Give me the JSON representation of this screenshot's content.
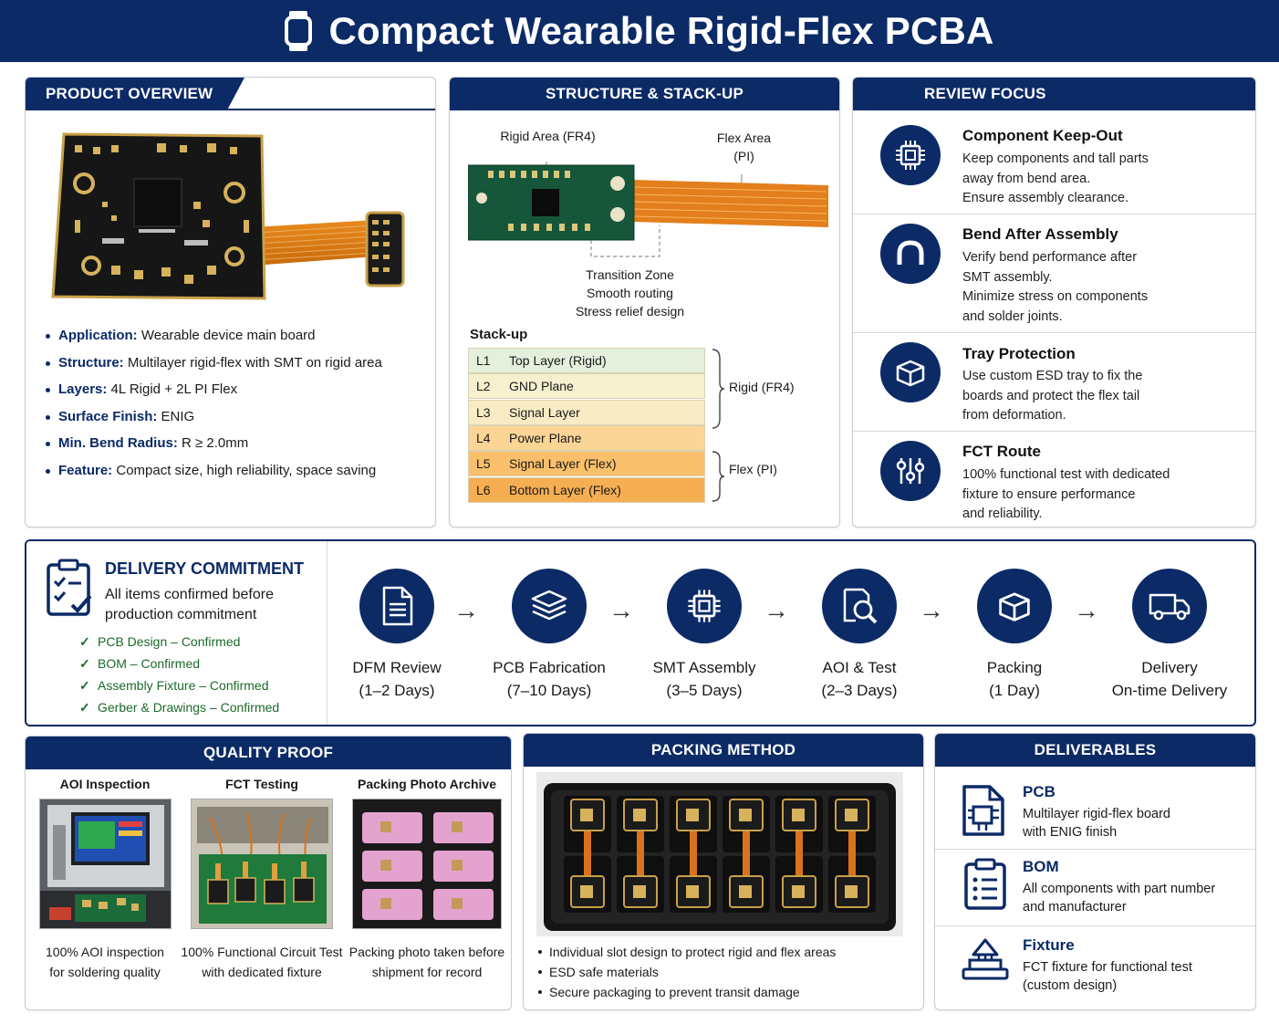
{
  "header": {
    "title": "Compact Wearable Rigid-Flex PCBA",
    "icon": "smartwatch-icon"
  },
  "overview": {
    "title": "PRODUCT OVERVIEW",
    "items": [
      {
        "key": "Application:",
        "value": "Wearable device main board"
      },
      {
        "key": "Structure:",
        "value": "Multilayer rigid-flex with SMT on rigid area"
      },
      {
        "key": "Layers:",
        "value": "4L Rigid + 2L PI Flex"
      },
      {
        "key": "Surface Finish:",
        "value": "ENIG"
      },
      {
        "key": "Min. Bend Radius:",
        "value": "R ≥ 2.0mm"
      },
      {
        "key": "Feature:",
        "value": "Compact size, high reliability, space saving"
      }
    ]
  },
  "structure": {
    "title": "STRUCTURE & STACK-UP",
    "rigid_area": "Rigid Area (FR4)",
    "flex_area": "Flex Area\n(PI)",
    "transition": [
      "Transition Zone",
      "Smooth routing",
      "Stress relief design"
    ],
    "stackup_label": "Stack-up",
    "layers": [
      {
        "id": "L1",
        "name": "Top Layer (Rigid)",
        "color": "#e4f0dc"
      },
      {
        "id": "L2",
        "name": "GND Plane",
        "color": "#f7f0cf"
      },
      {
        "id": "L3",
        "name": "Signal Layer",
        "color": "#f9ecc4"
      },
      {
        "id": "L4",
        "name": "Power Plane",
        "color": "#fbd596"
      },
      {
        "id": "L5",
        "name": "Signal Layer (Flex)",
        "color": "#f9bf6a"
      },
      {
        "id": "L6",
        "name": "Bottom Layer (Flex)",
        "color": "#f5ae52"
      }
    ],
    "rigid_bracket": "Rigid (FR4)",
    "flex_bracket": "Flex (PI)"
  },
  "review": {
    "title": "REVIEW FOCUS",
    "items": [
      {
        "title": "Component Keep-Out",
        "text": [
          "Keep components and tall parts",
          "away from bend area.",
          "Ensure assembly clearance."
        ],
        "icon": "chip-icon"
      },
      {
        "title": "Bend After Assembly",
        "text": [
          "Verify bend performance after",
          "SMT assembly.",
          "Minimize stress on components",
          "and solder joints."
        ],
        "icon": "bend-icon"
      },
      {
        "title": "Tray Protection",
        "text": [
          "Use custom ESD tray to fix the",
          "boards and protect the flex tail",
          "from deformation."
        ],
        "icon": "box-icon"
      },
      {
        "title": "FCT Route",
        "text": [
          "100% functional test with dedicated",
          "fixture to ensure performance",
          "and reliability."
        ],
        "icon": "test-sliders-icon"
      }
    ]
  },
  "delivery": {
    "title": "DELIVERY COMMITMENT",
    "subtitle": [
      "All items confirmed before",
      "production commitment"
    ],
    "checks": [
      "PCB Design – Confirmed",
      "BOM – Confirmed",
      "Assembly Fixture – Confirmed",
      "Gerber & Drawings – Confirmed"
    ],
    "steps": [
      {
        "name": "DFM Review",
        "time": "(1–2 Days)",
        "icon": "document-icon"
      },
      {
        "name": "PCB Fabrication",
        "time": "(7–10 Days)",
        "icon": "layers-icon"
      },
      {
        "name": "SMT Assembly",
        "time": "(3–5 Days)",
        "icon": "chip-icon"
      },
      {
        "name": "AOI & Test",
        "time": "(2–3 Days)",
        "icon": "magnifier-icon"
      },
      {
        "name": "Packing",
        "time": "(1 Day)",
        "icon": "box-icon"
      },
      {
        "name": "Delivery",
        "time": "On-time Delivery",
        "icon": "truck-icon"
      }
    ]
  },
  "quality": {
    "title": "QUALITY PROOF",
    "cols": [
      {
        "head": "AOI Inspection",
        "caption": [
          "100% AOI inspection",
          "for soldering quality"
        ]
      },
      {
        "head": "FCT Testing",
        "caption": [
          "100% Functional Circuit Test",
          "with dedicated fixture"
        ]
      },
      {
        "head": "Packing Photo Archive",
        "caption": [
          "Packing photo taken before",
          "shipment for record"
        ]
      }
    ]
  },
  "packing": {
    "title": "PACKING METHOD",
    "items": [
      "Individual slot design to protect rigid and flex areas",
      "ESD safe materials",
      "Secure packaging to prevent transit damage"
    ]
  },
  "deliverables": {
    "title": "DELIVERABLES",
    "items": [
      {
        "title": "PCB",
        "text": [
          "Multilayer rigid-flex board",
          "with ENIG finish"
        ],
        "icon": "pcb-file-icon"
      },
      {
        "title": "BOM",
        "text": [
          "All components with part number",
          "and manufacturer"
        ],
        "icon": "clipboard-icon"
      },
      {
        "title": "Fixture",
        "text": [
          "FCT fixture for functional test",
          "(custom design)"
        ],
        "icon": "fixture-icon"
      }
    ]
  }
}
